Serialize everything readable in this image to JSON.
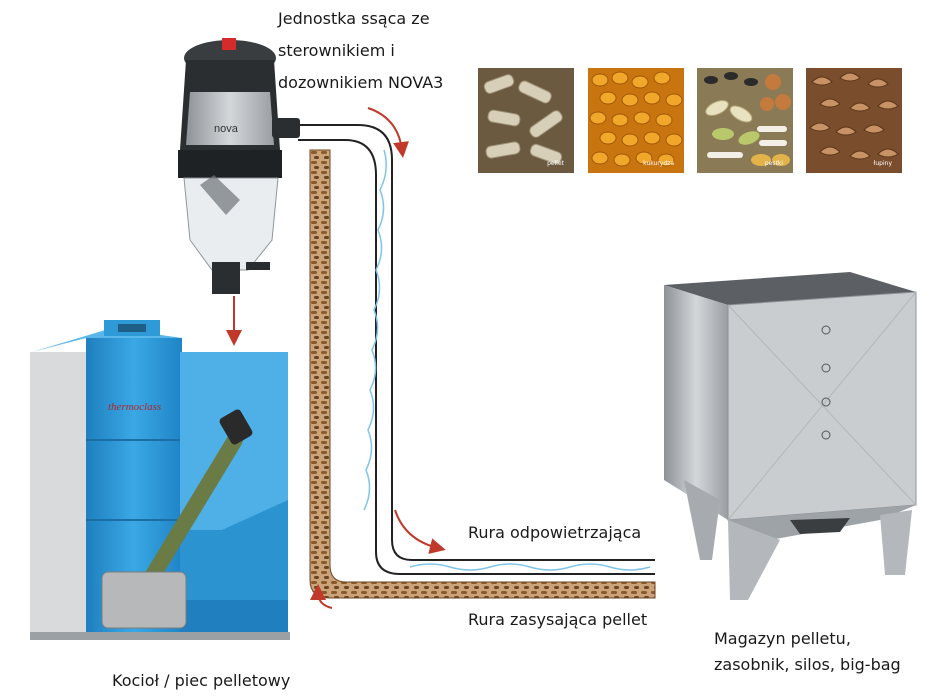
{
  "labels": {
    "vacuum_unit": [
      "Jednostka ssąca ze",
      "sterownikiem i",
      "dozownikiem NOVA3"
    ],
    "vent_pipe": "Rura odpowietrzająca",
    "suction_pipe": "Rura zasysająca pellet",
    "storage": [
      "Magazyn pelletu,",
      "zasobnik, silos, big-bag"
    ],
    "boiler": "Kocioł / piec pelletowy"
  },
  "branding": {
    "unit_logo": "nova",
    "boiler_logo": "thermoclass"
  },
  "fuel_samples": [
    {
      "caption": "pellet",
      "icon": "pellet-icon"
    },
    {
      "caption": "kukurydza",
      "icon": "corn-icon"
    },
    {
      "caption": "pestki",
      "icon": "seeds-icon"
    },
    {
      "caption": "łupiny",
      "icon": "shells-icon"
    }
  ],
  "colors": {
    "boiler_blue": "#2e9ad8",
    "arrow_red": "#c0392b",
    "pellet_brown": "#8b5a2b",
    "steel": "#b8bcc0",
    "air_blue": "#7fc4ea"
  }
}
